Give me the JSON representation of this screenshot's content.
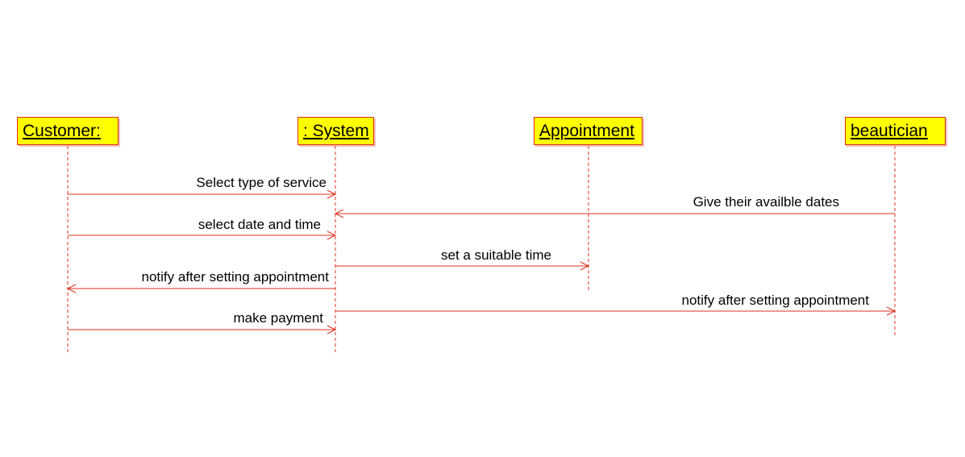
{
  "participants": [
    {
      "id": "customer",
      "label": " Customer:"
    },
    {
      "id": "system",
      "label": ": System"
    },
    {
      "id": "appointment",
      "label": " Appointment"
    },
    {
      "id": "beautician",
      "label": " beautician"
    }
  ],
  "messages": [
    {
      "from": "customer",
      "to": "system",
      "label": "Select type of service"
    },
    {
      "from": "beautician",
      "to": "system",
      "label": "Give their availble dates"
    },
    {
      "from": "customer",
      "to": "system",
      "label": "select date and time"
    },
    {
      "from": "system",
      "to": "appointment",
      "label": "set a suitable time"
    },
    {
      "from": "system",
      "to": "customer",
      "label": "notify after setting appointment"
    },
    {
      "from": "system",
      "to": "beautician",
      "label": "notify after setting appointment"
    },
    {
      "from": "customer",
      "to": "system",
      "label": "make payment"
    }
  ],
  "colors": {
    "actor_fill": "#ffff00",
    "line": "#e0301e"
  }
}
